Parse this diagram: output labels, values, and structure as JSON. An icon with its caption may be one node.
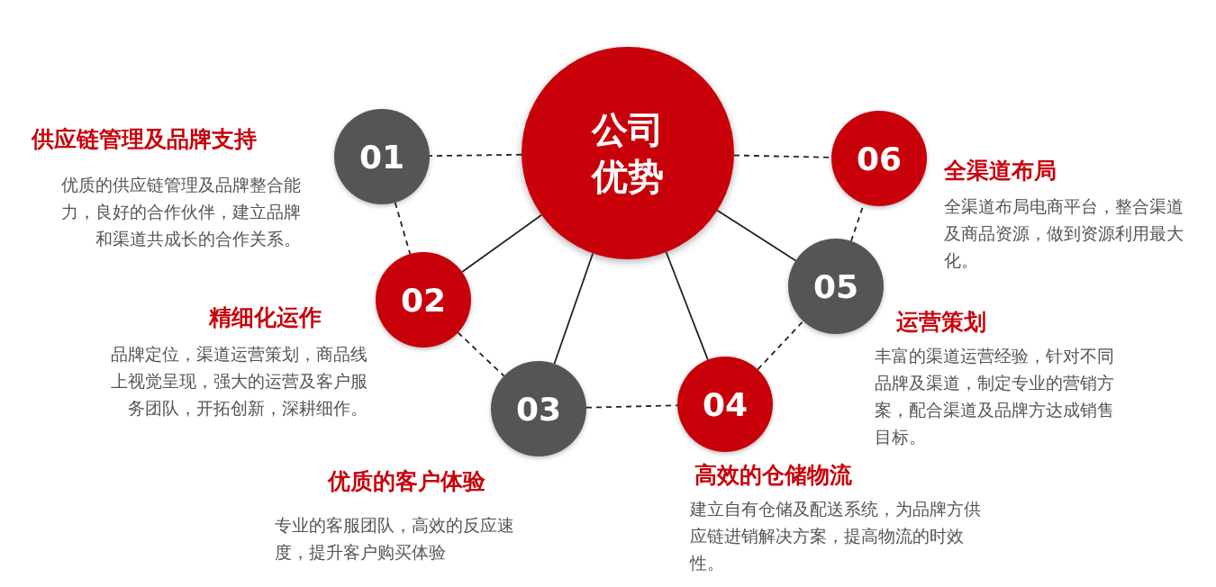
{
  "diagram": {
    "nodes": [
      {
        "text": [
          "公司优势"
        ]
      },
      {
        "text": [
          "01"
        ],
        "beside": [
          "供应链管理及品牌支持",
          "优质的供应链管理及品牌整合能力，良好的合作伙伴，建立品牌和渠道共成长的合作关系。"
        ]
      },
      {
        "text": [
          "02"
        ],
        "beside": [
          "精细化运作",
          "品牌定位，渠道运营策划，商品线上视觉呈现，强大的运营及客户服务团队，开拓创新，深耕细作。"
        ]
      },
      {
        "text": [
          "03"
        ],
        "beside": [
          "优质的客户体验",
          "专业的客服团队，高效的反应速度，提升客户购买体验"
        ]
      },
      {
        "text": [
          "04"
        ],
        "beside": [
          "高效的仓储物流",
          "建立自有仓储及配送系统，为品牌方供应链进销解决方案，提高物流的时效性。"
        ]
      },
      {
        "text": [
          "05"
        ],
        "beside": [
          "运营策划",
          "丰富的渠道运营经验，针对不同品牌及渠道，制定专业的营销方案，配合渠道及品牌方达成销售目标。"
        ]
      },
      {
        "text": [
          "06"
        ],
        "beside": [
          "全渠道布局",
          "全渠道布局电商平台，整合渠道及商品资源，做到资源利用最大化。"
        ]
      }
    ],
    "edges": [
      {
        "from": 0,
        "to": 1,
        "arrow": "none",
        "style": "dashed"
      },
      {
        "from": 0,
        "to": 2,
        "arrow": "none"
      },
      {
        "from": 0,
        "to": 3,
        "arrow": "none"
      },
      {
        "from": 0,
        "to": 4,
        "arrow": "none"
      },
      {
        "from": 0,
        "to": 5,
        "arrow": "none"
      },
      {
        "from": 0,
        "to": 6,
        "arrow": "none",
        "style": "dashed"
      },
      {
        "from": 1,
        "to": 2,
        "arrow": "none",
        "style": "dashed"
      },
      {
        "from": 2,
        "to": 3,
        "arrow": "none",
        "style": "dashed"
      },
      {
        "from": 3,
        "to": 4,
        "arrow": "none",
        "style": "dashed"
      },
      {
        "from": 4,
        "to": 5,
        "arrow": "none",
        "style": "dashed"
      },
      {
        "from": 5,
        "to": 6,
        "arrow": "none",
        "style": "dashed"
      }
    ]
  }
}
